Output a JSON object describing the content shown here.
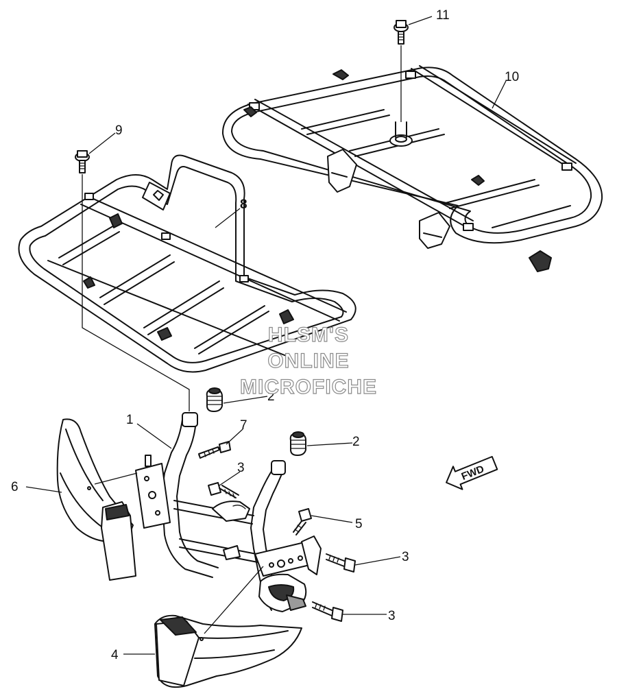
{
  "callouts": {
    "c1": "1",
    "c2a": "2",
    "c2b": "2",
    "c3a": "3",
    "c3b": "3",
    "c3c": "3",
    "c4": "4",
    "c5": "5",
    "c6": "6",
    "c7": "7",
    "c8": "8",
    "c9": "9",
    "c10": "10",
    "c11": "11"
  },
  "watermark": {
    "line1": "HLSM'S",
    "line2": "ONLINE",
    "line3": "MICROFICHE"
  },
  "direction": {
    "label": "FWD",
    "icon": "fwd-arrow-icon"
  },
  "colors": {
    "line": "#111111",
    "watermark_outline": "#8a8a8a"
  }
}
